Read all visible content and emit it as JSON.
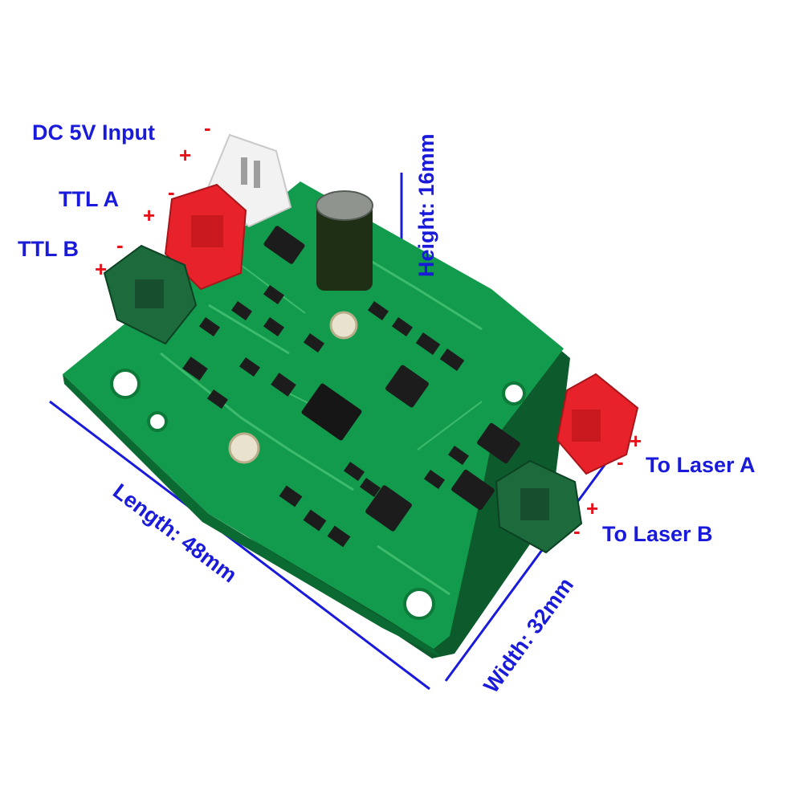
{
  "labels": {
    "dc_input": "DC 5V Input",
    "ttl_a": "TTL A",
    "ttl_b": "TTL B",
    "laser_a": "To Laser A",
    "laser_b": "To Laser B"
  },
  "polarity": {
    "plus": "+",
    "minus": "-"
  },
  "dimensions": {
    "height": "Height: 16mm",
    "length": "Length: 48mm",
    "width": "Width: 32mm"
  },
  "colors": {
    "label_text": "#1a1adb",
    "polarity_text": "#e8121a",
    "pcb_green": "#129b4c",
    "connector_red": "#e8222a",
    "connector_white": "#f2f2f2"
  }
}
